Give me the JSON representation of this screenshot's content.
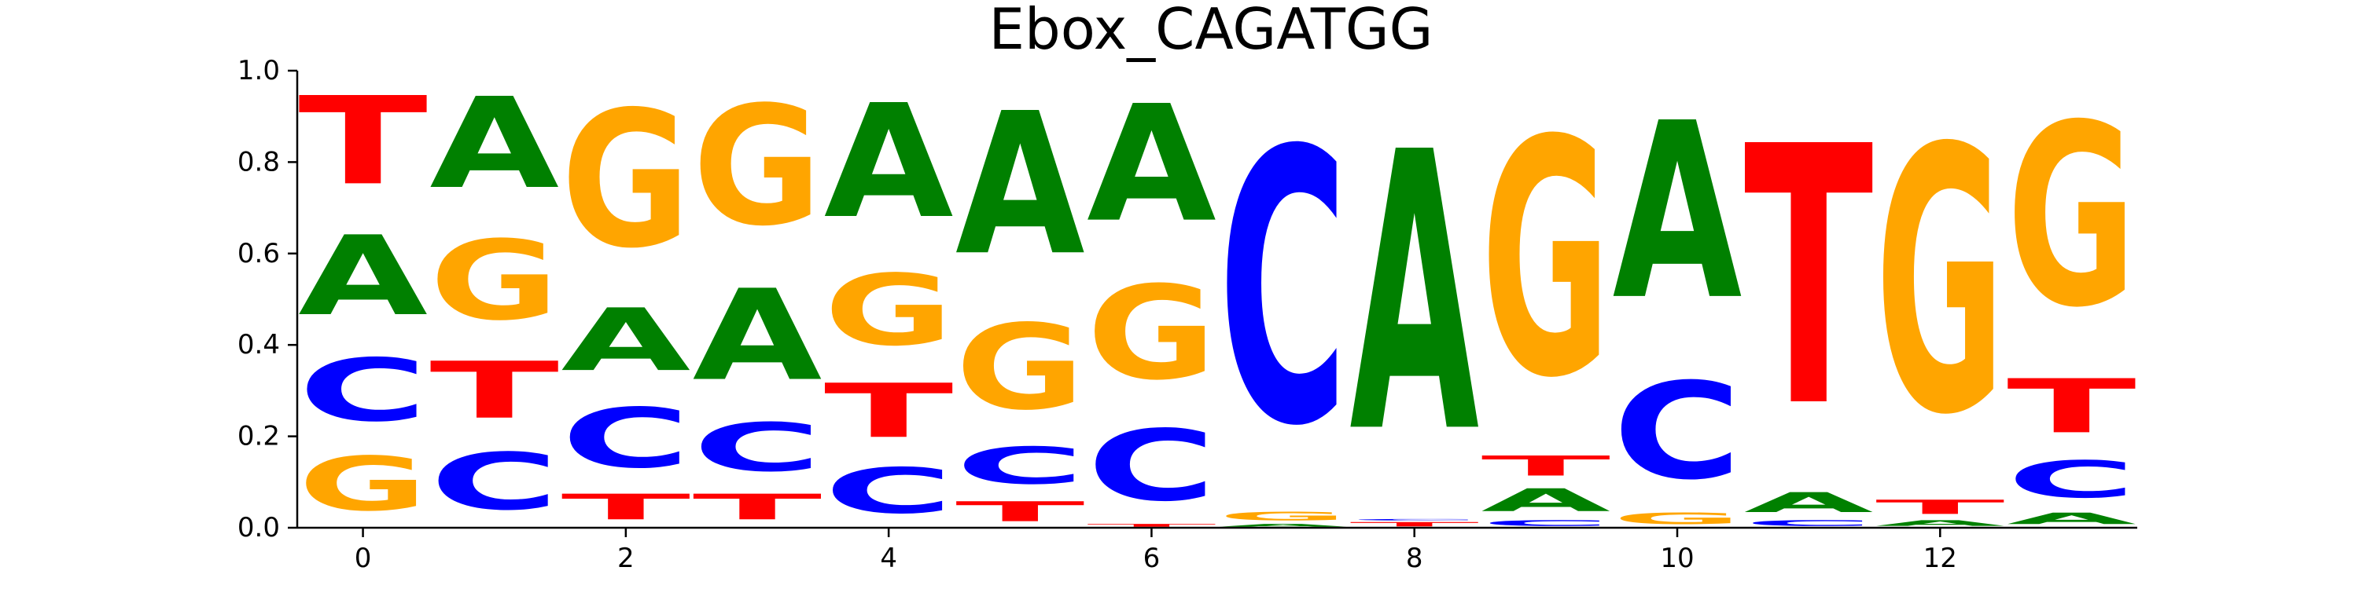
{
  "chart_data": {
    "type": "sequence-logo",
    "title": "Ebox_CAGATGG",
    "xlabel": "",
    "ylabel": "",
    "xlim": [
      -0.5,
      13.5
    ],
    "ylim": [
      0,
      1
    ],
    "x_ticks": [
      0,
      2,
      4,
      6,
      8,
      10,
      12
    ],
    "y_ticks": [
      0.0,
      0.2,
      0.4,
      0.6,
      0.8,
      1.0
    ],
    "y_tick_labels": [
      "0.0",
      "0.2",
      "0.4",
      "0.6",
      "0.8",
      "1.0"
    ],
    "grid": false,
    "colors": {
      "A": "#008000",
      "C": "#0000ff",
      "G": "#ffa500",
      "T": "#ff0000"
    },
    "positions": [
      {
        "x": 0,
        "stack": [
          [
            "G",
            0.19
          ],
          [
            "C",
            0.22
          ],
          [
            "A",
            0.28
          ],
          [
            "T",
            0.31
          ]
        ]
      },
      {
        "x": 1,
        "stack": [
          [
            "C",
            0.2
          ],
          [
            "T",
            0.2
          ],
          [
            "G",
            0.28
          ],
          [
            "A",
            0.32
          ]
        ]
      },
      {
        "x": 2,
        "stack": [
          [
            "T",
            0.09
          ],
          [
            "C",
            0.21
          ],
          [
            "A",
            0.22
          ],
          [
            "G",
            0.48
          ]
        ]
      },
      {
        "x": 3,
        "stack": [
          [
            "T",
            0.09
          ],
          [
            "C",
            0.17
          ],
          [
            "A",
            0.32
          ],
          [
            "G",
            0.42
          ]
        ]
      },
      {
        "x": 4,
        "stack": [
          [
            "C",
            0.16
          ],
          [
            "T",
            0.19
          ],
          [
            "G",
            0.25
          ],
          [
            "A",
            0.4
          ]
        ]
      },
      {
        "x": 5,
        "stack": [
          [
            "T",
            0.07
          ],
          [
            "C",
            0.13
          ],
          [
            "G",
            0.3
          ],
          [
            "A",
            0.5
          ]
        ]
      },
      {
        "x": 6,
        "stack": [
          [
            "T",
            0.01
          ],
          [
            "C",
            0.25
          ],
          [
            "G",
            0.33
          ],
          [
            "A",
            0.41
          ]
        ]
      },
      {
        "x": 7,
        "stack": [
          [
            "A",
            0.01
          ],
          [
            "G",
            0.03
          ],
          [
            "C",
            0.96
          ]
        ]
      },
      {
        "x": 8,
        "stack": [
          [
            "T",
            0.015
          ],
          [
            "C",
            0.005
          ],
          [
            "A",
            0.98
          ]
        ]
      },
      {
        "x": 9,
        "stack": [
          [
            "C",
            0.02
          ],
          [
            "A",
            0.08
          ],
          [
            "T",
            0.07
          ],
          [
            "G",
            0.83
          ]
        ]
      },
      {
        "x": 10,
        "stack": [
          [
            "G",
            0.04
          ],
          [
            "C",
            0.34
          ],
          [
            "A",
            0.62
          ]
        ]
      },
      {
        "x": 11,
        "stack": [
          [
            "C",
            0.02
          ],
          [
            "A",
            0.07
          ],
          [
            "T",
            0.91
          ]
        ]
      },
      {
        "x": 12,
        "stack": [
          [
            "A",
            0.02
          ],
          [
            "T",
            0.05
          ],
          [
            "G",
            0.93
          ]
        ]
      },
      {
        "x": 13,
        "stack": [
          [
            "A",
            0.04
          ],
          [
            "C",
            0.13
          ],
          [
            "T",
            0.19
          ],
          [
            "G",
            0.64
          ]
        ]
      }
    ]
  }
}
